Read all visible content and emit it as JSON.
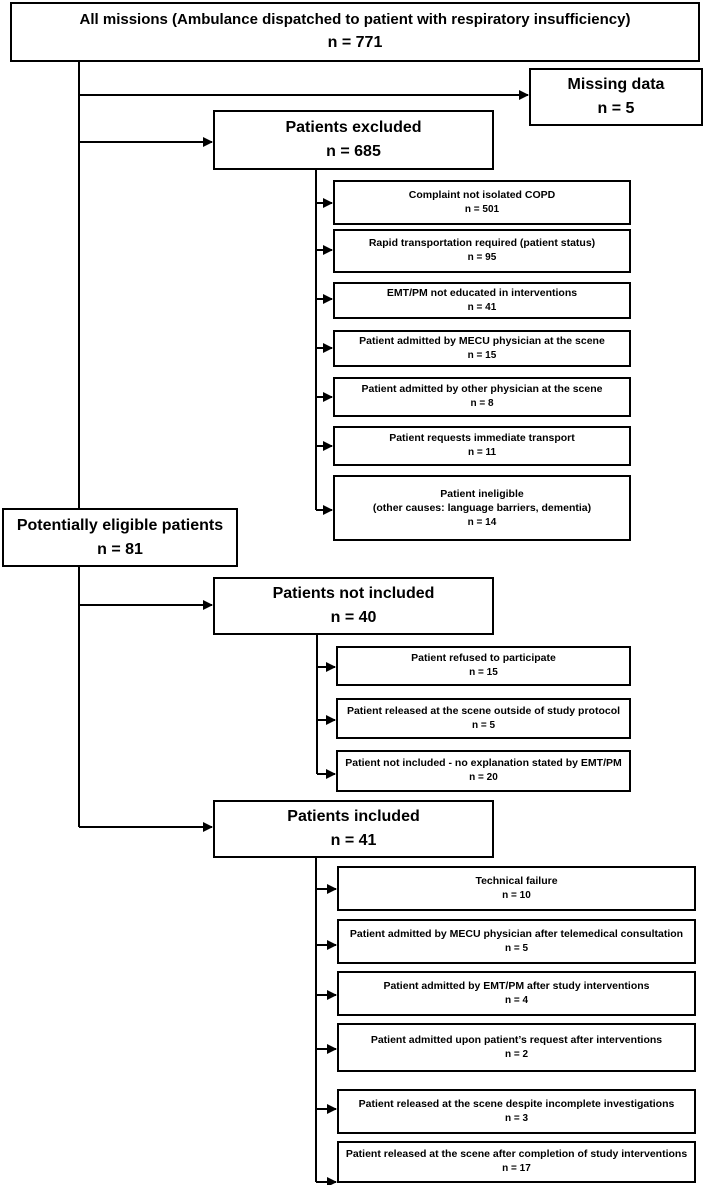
{
  "all_missions": {
    "title": "All missions (Ambulance dispatched to patient with respiratory insufficiency)",
    "count": "n = 771"
  },
  "missing_data": {
    "title": "Missing data",
    "count": "n = 5"
  },
  "patients_excluded": {
    "title": "Patients excluded",
    "count": "n = 685",
    "reasons": [
      {
        "title": "Complaint not isolated COPD",
        "count": "n = 501"
      },
      {
        "title": "Rapid transportation required (patient status)",
        "count": "n = 95"
      },
      {
        "title": "EMT/PM not educated in interventions",
        "count": "n = 41"
      },
      {
        "title": "Patient admitted by MECU physician at the scene",
        "count": "n = 15"
      },
      {
        "title": "Patient admitted by other physician at the scene",
        "count": "n = 8"
      },
      {
        "title": "Patient requests immediate transport",
        "count": "n = 11"
      },
      {
        "title": "Patient ineligible",
        "subtitle": "(other causes: language barriers, dementia)",
        "count": "n = 14"
      }
    ]
  },
  "potentially_eligible": {
    "title": "Potentially eligible patients",
    "count": "n = 81"
  },
  "patients_not_included": {
    "title": "Patients not included",
    "count": "n = 40",
    "reasons": [
      {
        "title": "Patient refused to participate",
        "count": "n = 15"
      },
      {
        "title": "Patient released at the scene outside of study protocol",
        "count": "n = 5"
      },
      {
        "title": "Patient not included - no explanation stated by EMT/PM",
        "count": "n = 20"
      }
    ]
  },
  "patients_included": {
    "title": "Patients included",
    "count": "n = 41",
    "outcomes": [
      {
        "title": "Technical failure",
        "count": "n = 10"
      },
      {
        "title": "Patient admitted by MECU physician after telemedical consultation",
        "count": "n = 5"
      },
      {
        "title": "Patient admitted by EMT/PM after study interventions",
        "count": "n = 4"
      },
      {
        "title": "Patient admitted upon patient’s request after interventions",
        "count": "n = 2"
      },
      {
        "title": "Patient released at the scene despite incomplete investigations",
        "count": "n = 3"
      },
      {
        "title": "Patient released at the scene after completion of study interventions",
        "count": "n = 17"
      }
    ]
  }
}
